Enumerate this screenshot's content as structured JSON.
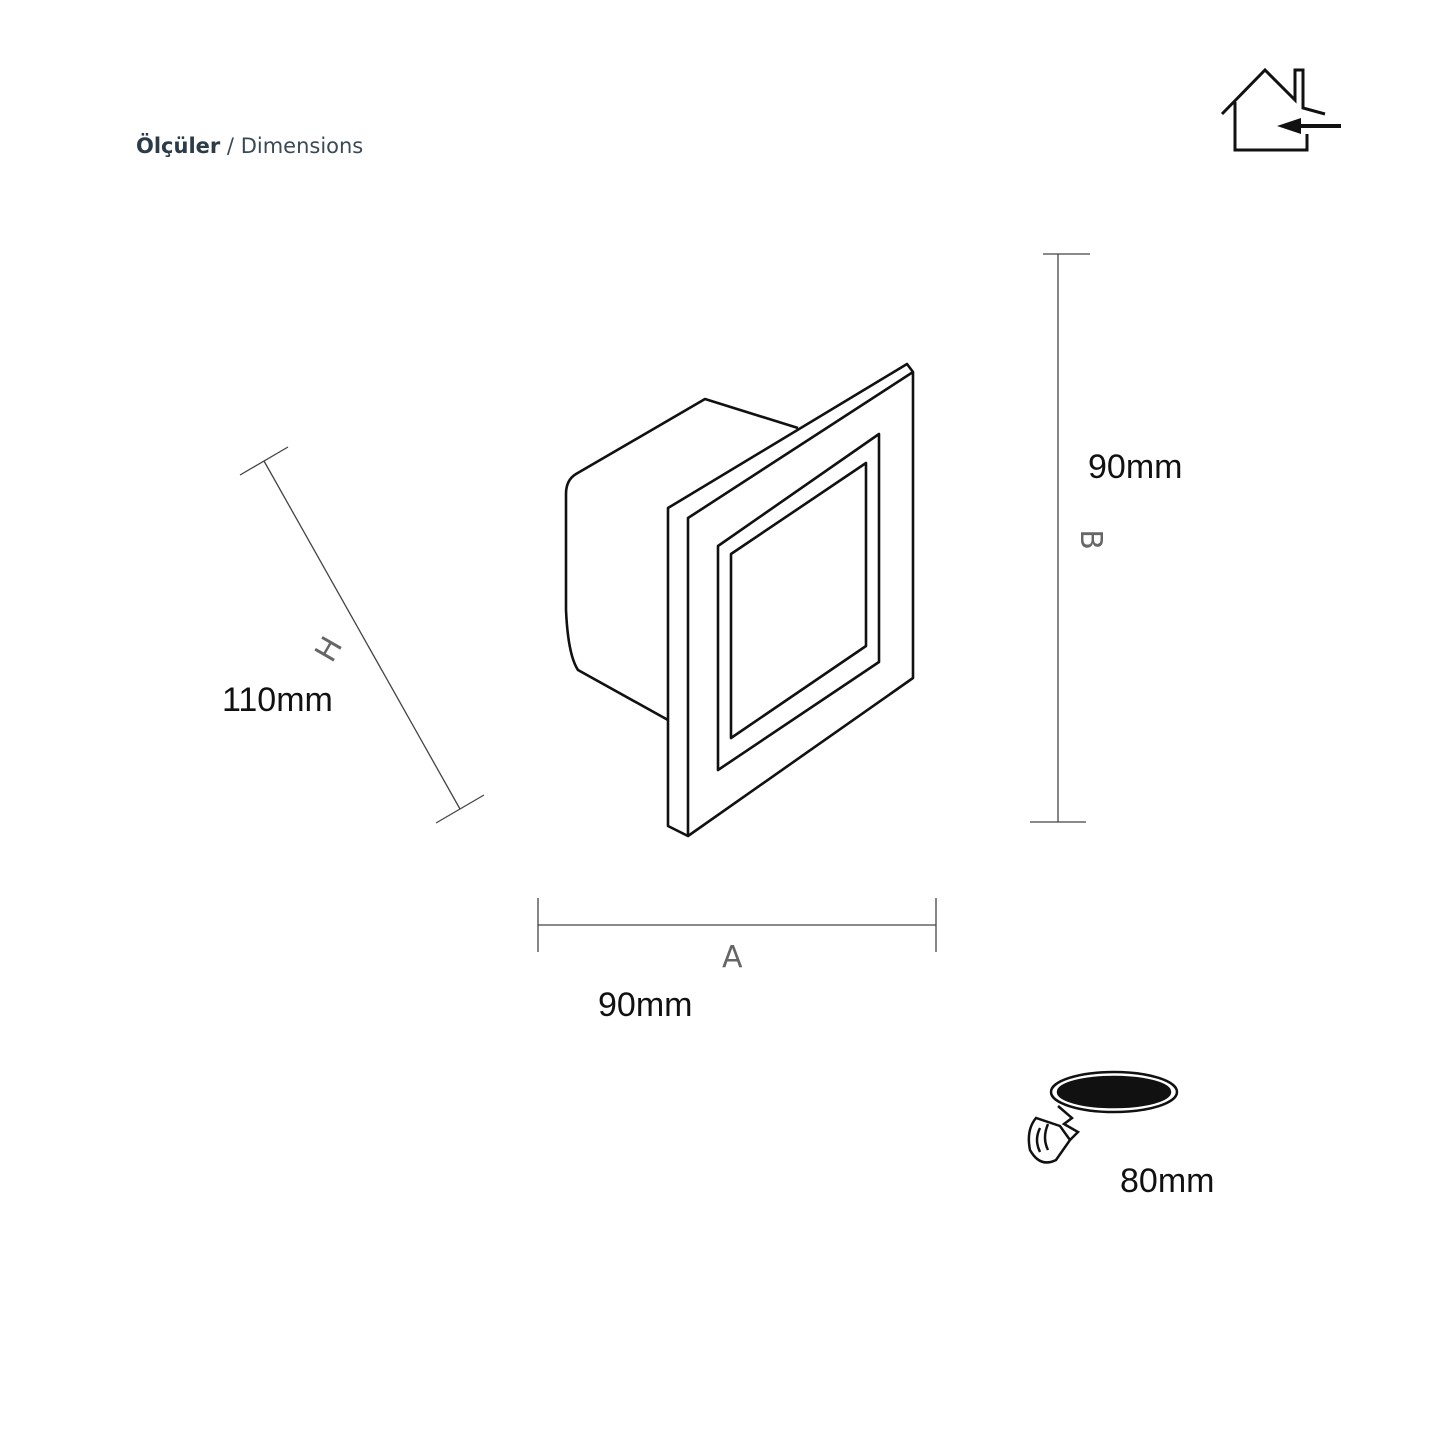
{
  "header": {
    "title_tr": "Ölçüler",
    "separator": " / ",
    "title_en": "Dimensions"
  },
  "icons": {
    "indoor": "house-with-arrow-icon",
    "cutout": "hole-saw-icon"
  },
  "dimensions": {
    "h": {
      "letter": "H",
      "value": "110mm"
    },
    "b": {
      "letter": "B",
      "value": "90mm"
    },
    "a": {
      "letter": "A",
      "value": "90mm"
    },
    "cutout": {
      "value": "80mm"
    }
  }
}
